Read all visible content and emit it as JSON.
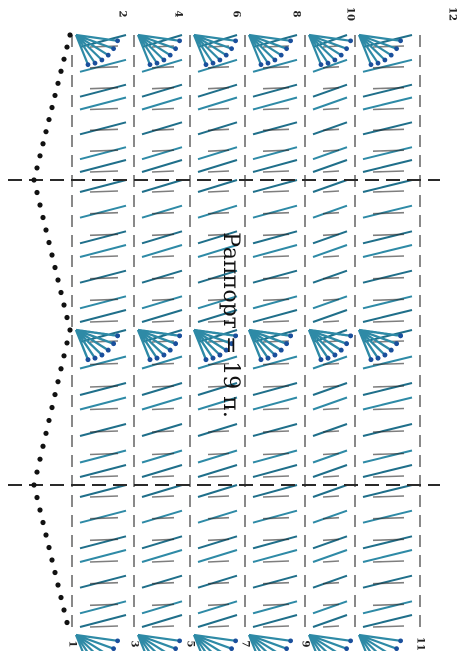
{
  "diagram": {
    "title": "Раппорт = 19 п.",
    "row_labels_top": [
      "2",
      "4",
      "6",
      "8",
      "10",
      "12"
    ],
    "row_labels_bottom": [
      "1",
      "3",
      "5",
      "7",
      "9",
      "11"
    ],
    "colors": {
      "stitch": "#2e8aa6",
      "stitch_dark": "#1f6f8a",
      "dash": "#2a2a2a",
      "dot": "#111111",
      "node": "#1a4f9c"
    }
  }
}
